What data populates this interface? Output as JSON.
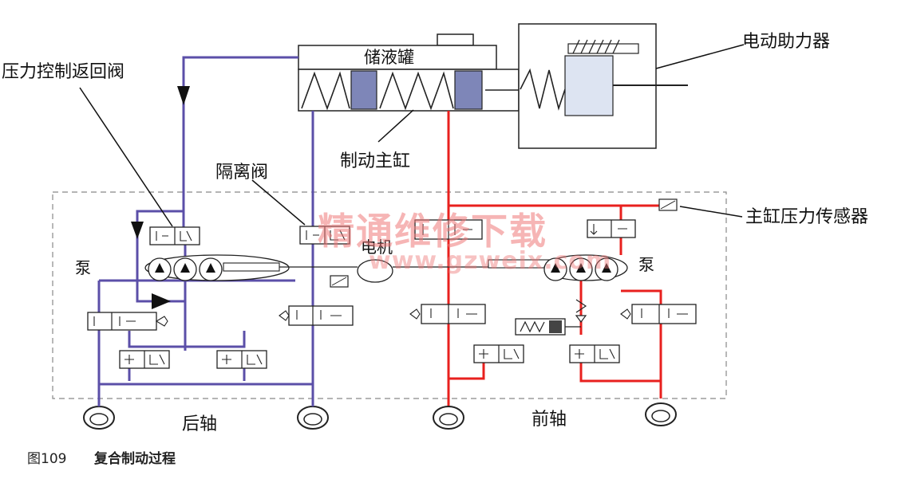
{
  "labels": {
    "reservoir": "储液罐",
    "booster": "电动助力器",
    "return_valve": "压力控制返回阀",
    "isolation_valve": "隔离阀",
    "master_cylinder": "制动主缸",
    "pressure_sensor": "主缸压力传感器",
    "motor": "电机",
    "pump_left": "泵",
    "pump_right": "泵",
    "rear_axle": "后轴",
    "front_axle": "前轴"
  },
  "watermark": {
    "cn": "精通维修下载",
    "url": "www.gzweix.com"
  },
  "caption": {
    "number": "图109",
    "title": "复合制动过程"
  },
  "colors": {
    "purple_line": "#5b4fa8",
    "red_line": "#e8201e",
    "piston_fill": "#7e86b8",
    "booster_fill": "#dde4f2",
    "watermark": "#ee7878"
  }
}
